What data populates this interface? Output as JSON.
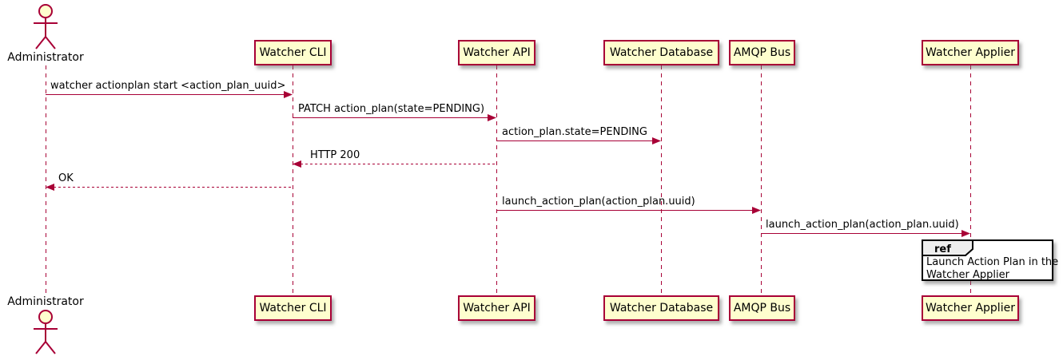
{
  "diagram": {
    "type": "uml-sequence",
    "actor": {
      "label": "Administrator"
    },
    "participants": [
      {
        "name": "Watcher CLI"
      },
      {
        "name": "Watcher API"
      },
      {
        "name": "Watcher Database"
      },
      {
        "name": "AMQP Bus"
      },
      {
        "name": "Watcher Applier"
      }
    ],
    "messages": [
      {
        "from": "Administrator",
        "to": "Watcher CLI",
        "text": "watcher actionplan start <action_plan_uuid>",
        "style": "solid"
      },
      {
        "from": "Watcher CLI",
        "to": "Watcher API",
        "text": "PATCH action_plan(state=PENDING)",
        "style": "solid"
      },
      {
        "from": "Watcher API",
        "to": "Watcher Database",
        "text": "action_plan.state=PENDING",
        "style": "solid"
      },
      {
        "from": "Watcher API",
        "to": "Watcher CLI",
        "text": "HTTP 200",
        "style": "dashed"
      },
      {
        "from": "Watcher CLI",
        "to": "Administrator",
        "text": "OK",
        "style": "dashed"
      },
      {
        "from": "Watcher API",
        "to": "AMQP Bus",
        "text": "launch_action_plan(action_plan.uuid)",
        "style": "solid"
      },
      {
        "from": "AMQP Bus",
        "to": "Watcher Applier",
        "text": "launch_action_plan(action_plan.uuid)",
        "style": "solid"
      }
    ],
    "ref_fragment": {
      "keyword": "ref",
      "over": "Watcher Applier",
      "line1": "Launch Action Plan in the",
      "line2": "Watcher Applier"
    },
    "colors": {
      "accent": "#A80036",
      "participant_fill": "#FEFECE",
      "ref_tab_fill": "#EEEEEE",
      "ref_border": "#000000",
      "text": "#000000"
    }
  }
}
